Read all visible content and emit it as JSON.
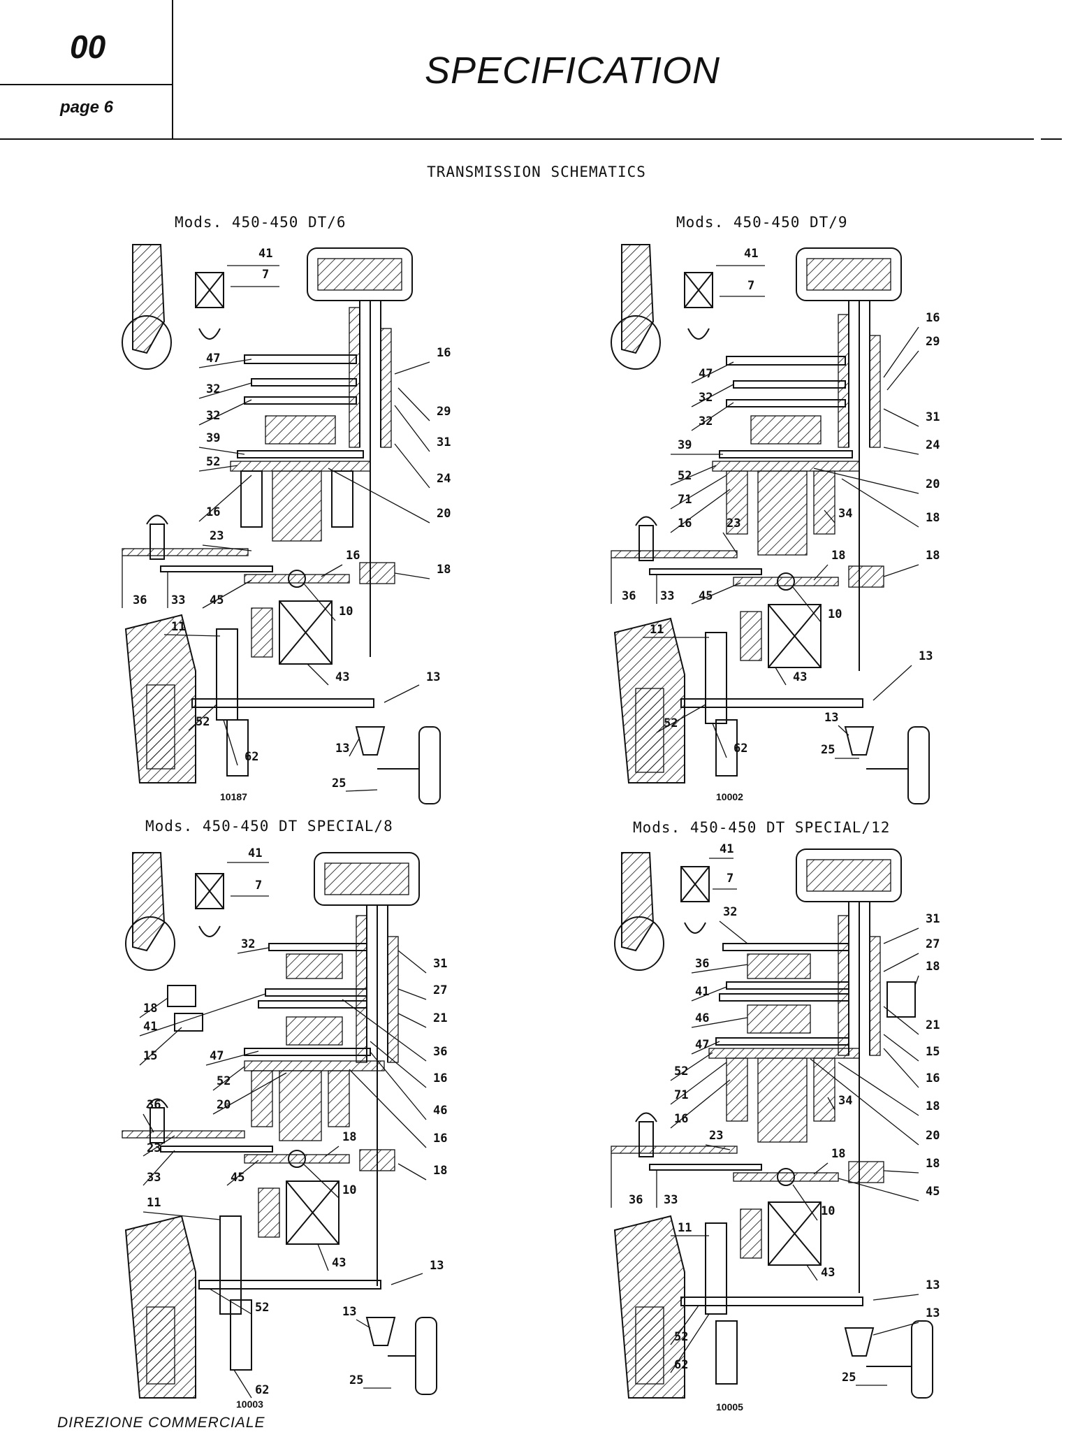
{
  "header": {
    "section_number": "00",
    "page_label": "page 6",
    "title": "SPECIFICATION"
  },
  "section_title": "TRANSMISSION SCHEMATICS",
  "panels": [
    {
      "title": "Mods. 450-450 DT/6",
      "drawing_number": "10187",
      "callouts": [
        "41",
        "7",
        "47",
        "32",
        "32",
        "39",
        "52",
        "16",
        "23",
        "36",
        "33",
        "45",
        "11",
        "52",
        "62",
        "16",
        "29",
        "31",
        "24",
        "20",
        "18",
        "16",
        "10",
        "43",
        "13",
        "13",
        "25"
      ]
    },
    {
      "title": "Mods. 450-450 DT/9",
      "drawing_number": "10002",
      "callouts": [
        "41",
        "7",
        "47",
        "32",
        "32",
        "39",
        "52",
        "71",
        "16",
        "23",
        "36",
        "33",
        "45",
        "11",
        "52",
        "62",
        "16",
        "29",
        "31",
        "24",
        "20",
        "18",
        "34",
        "18",
        "18",
        "10",
        "43",
        "13",
        "13",
        "25"
      ]
    },
    {
      "title": "Mods. 450-450 DT SPECIAL/8",
      "drawing_number": "10003",
      "callouts": [
        "41",
        "7",
        "32",
        "18",
        "41",
        "15",
        "47",
        "52",
        "20",
        "36",
        "23",
        "33",
        "45",
        "11",
        "52",
        "62",
        "31",
        "27",
        "21",
        "36",
        "16",
        "46",
        "16",
        "18",
        "18",
        "10",
        "43",
        "13",
        "13",
        "25"
      ]
    },
    {
      "title": "Mods. 450-450 DT SPECIAL/12",
      "drawing_number": "10005",
      "callouts": [
        "41",
        "7",
        "32",
        "36",
        "41",
        "46",
        "47",
        "52",
        "71",
        "16",
        "23",
        "36",
        "33",
        "11",
        "52",
        "62",
        "31",
        "27",
        "18",
        "21",
        "15",
        "16",
        "18",
        "34",
        "20",
        "18",
        "18",
        "45",
        "10",
        "43",
        "13",
        "13",
        "25"
      ]
    }
  ],
  "footer": {
    "text": "DIREZIONE COMMERCIALE"
  }
}
